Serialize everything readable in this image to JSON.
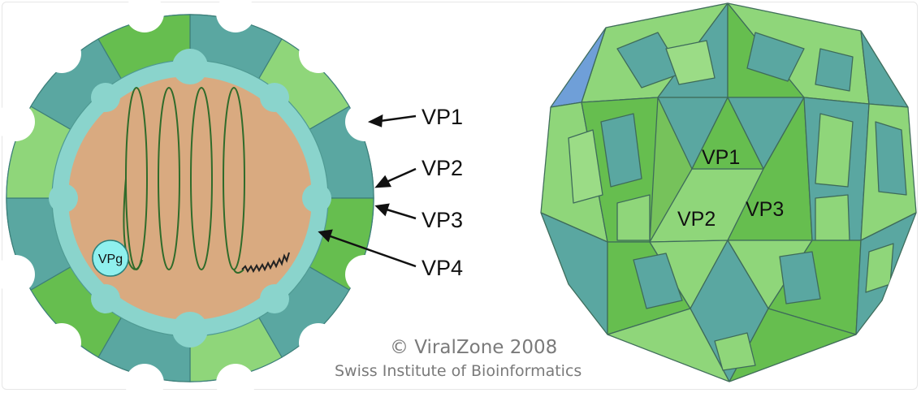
{
  "labels": {
    "vp1": "VP1",
    "vp2": "VP2",
    "vp3": "VP3",
    "vp4": "VP4",
    "vpg": "VPg"
  },
  "credit": {
    "line1": "© ViralZone 2008",
    "line2": "Swiss Institute of Bioinformatics"
  },
  "colors": {
    "vp1": "#5aa7a1",
    "vp2": "#8fd67a",
    "vp3": "#66be4f",
    "vp4": "#8ad4cc",
    "core": "#d9aa80",
    "rna": "#2f6b2a",
    "vpg": "#8ff0ee"
  }
}
